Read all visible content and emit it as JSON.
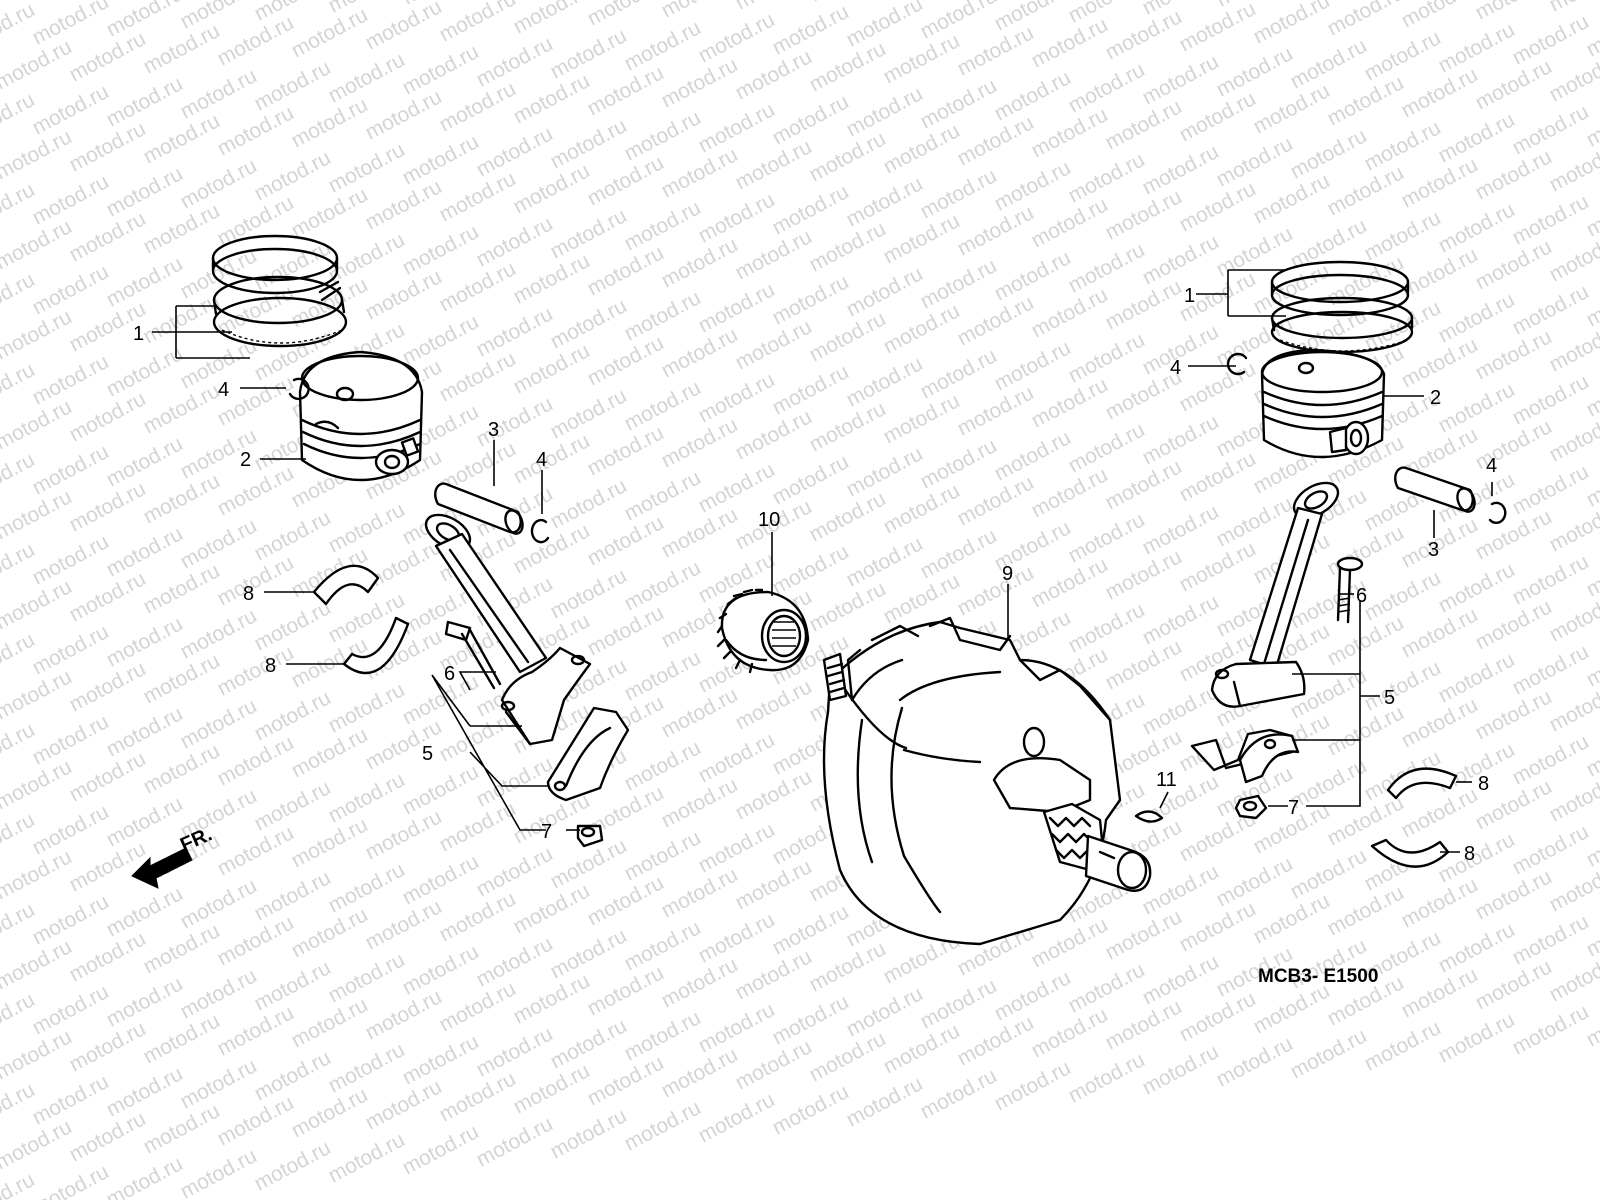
{
  "diagram": {
    "code": "MCB3- E1500",
    "front_label": "FR.",
    "watermark": "motod.ru",
    "callouts": [
      "1",
      "2",
      "3",
      "4",
      "5",
      "6",
      "7",
      "8",
      "9",
      "10",
      "11"
    ],
    "parts_left": [
      "piston-rings",
      "piston",
      "piston-pin",
      "pin-clip",
      "connecting-rod",
      "rod-bolt",
      "rod-nut",
      "crankpin-bearing"
    ],
    "parts_center": [
      "crankshaft",
      "primary-drive-gear",
      "woodruff-key"
    ],
    "parts_right": [
      "piston-rings",
      "piston",
      "piston-pin",
      "pin-clip",
      "connecting-rod",
      "rod-bolt",
      "rod-nut",
      "crankpin-bearing"
    ],
    "icons": {
      "front_arrow": "arrow-left-icon"
    }
  }
}
